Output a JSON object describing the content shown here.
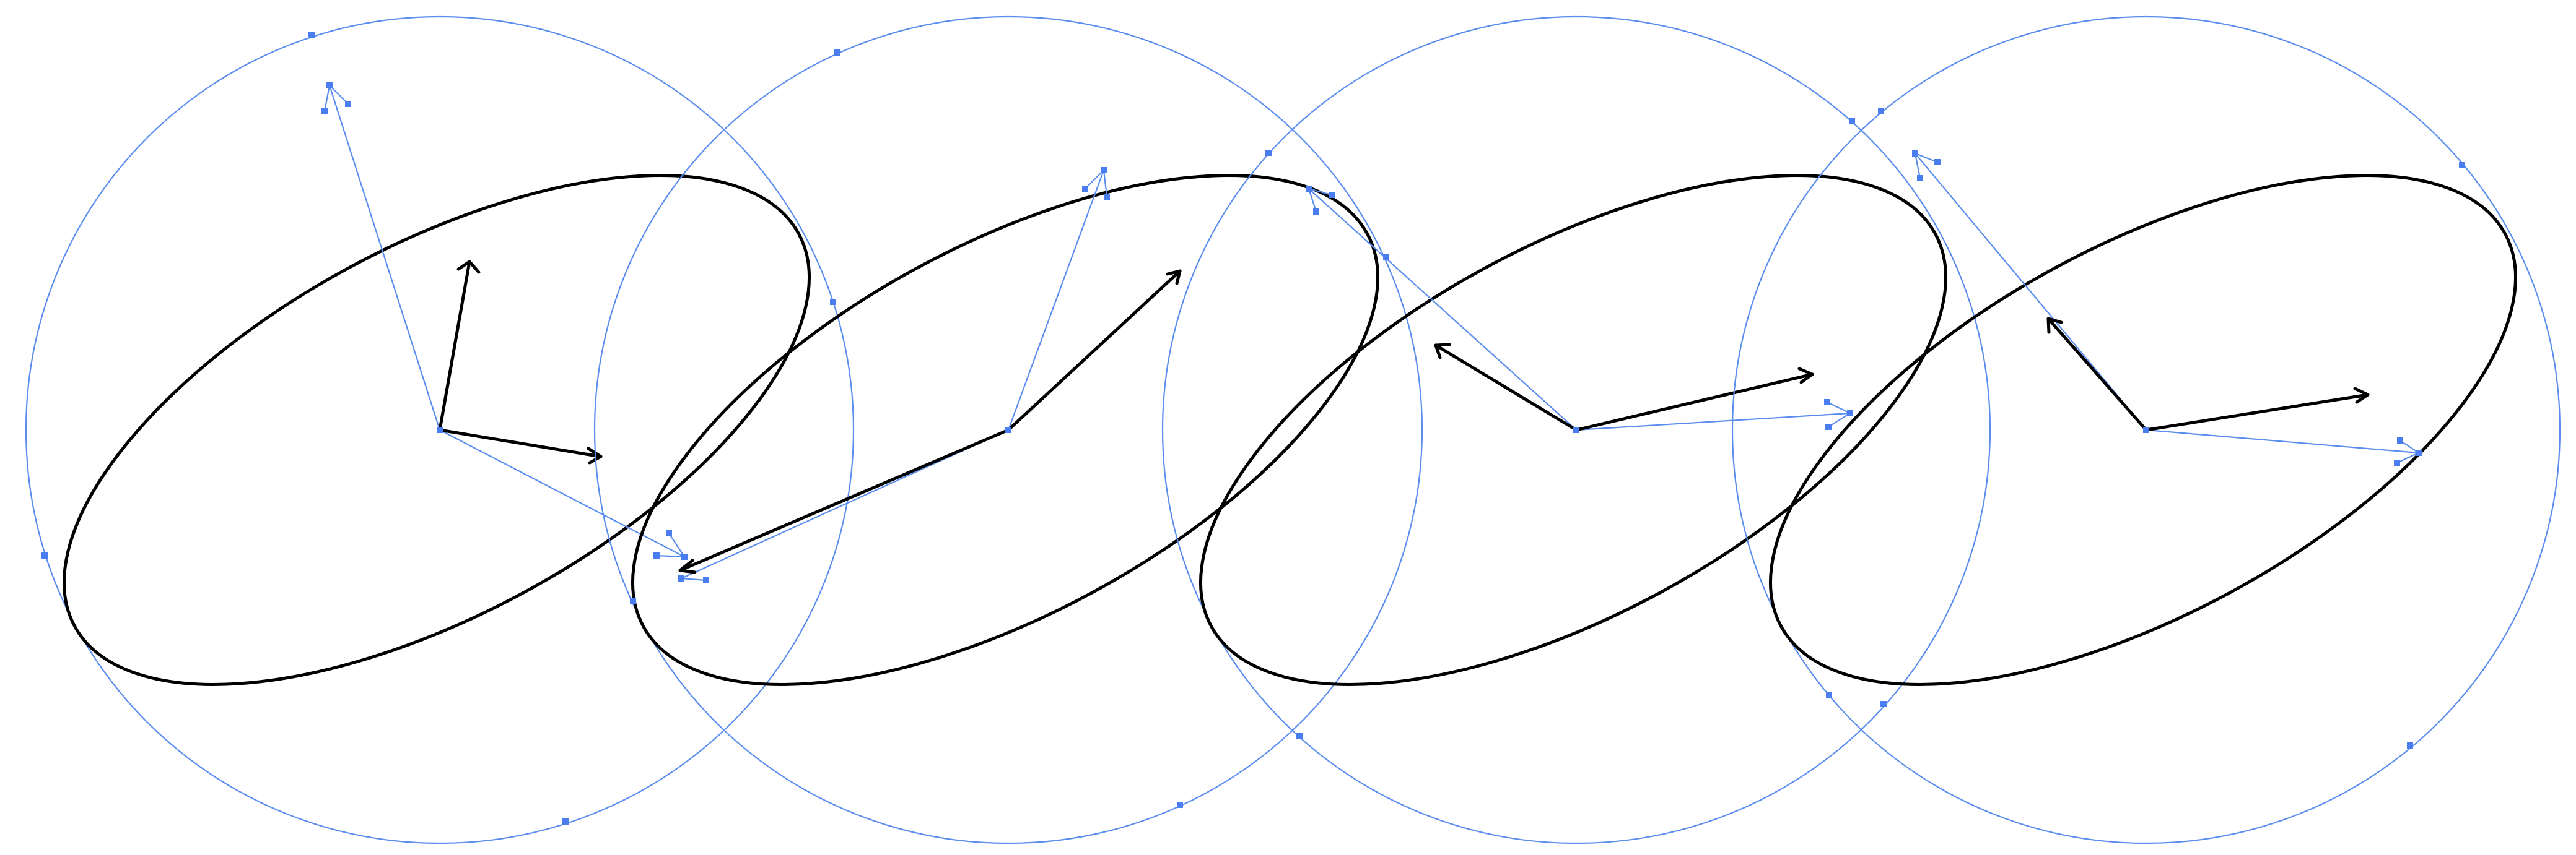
{
  "figure": {
    "panel_count": 4,
    "colors": {
      "guide": "#5b8def",
      "handle": "#4a7ef0",
      "ellipse": "#000000",
      "vector": "#000000",
      "background": "#ffffff"
    },
    "icons": [
      "anchor-handle",
      "arrow-head"
    ]
  }
}
